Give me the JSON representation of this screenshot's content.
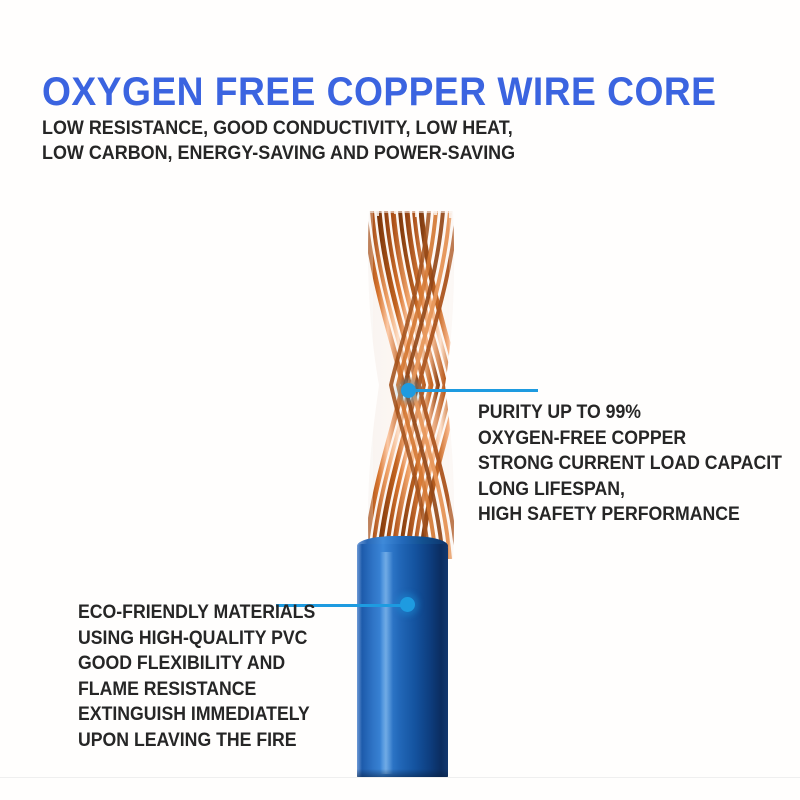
{
  "header": {
    "title": "OXYGEN FREE COPPER WIRE CORE",
    "subtitle_lines": [
      "LOW RESISTANCE, GOOD CONDUCTIVITY, LOW HEAT,",
      "LOW CARBON, ENERGY-SAVING AND POWER-SAVING"
    ],
    "title_color": "#3b64e0",
    "subtitle_color": "#262626"
  },
  "annotations": {
    "copper": {
      "lines": [
        "PURITY UP TO 99%",
        "OXYGEN-FREE COPPER",
        "STRONG CURRENT LOAD CAPACIT",
        "LONG LIFESPAN,",
        "HIGH SAFETY PERFORMANCE"
      ]
    },
    "jacket": {
      "lines": [
        "ECO-FRIENDLY MATERIALS",
        "USING HIGH-QUALITY PVC",
        "GOOD FLEXIBILITY AND",
        "FLAME RESISTANCE",
        "EXTINGUISH IMMEDIATELY",
        "UPON LEAVING THE FIRE"
      ]
    },
    "leader_color": "#1e9be0"
  },
  "product": {
    "copper_core_label": "stranded-copper-core",
    "jacket_label": "blue-pvc-jacket",
    "copper_colors": [
      "#c6651f",
      "#e08a46",
      "#f2b183",
      "#ffd9bd",
      "#9c4a14"
    ],
    "jacket_colors": [
      "#3b87d8",
      "#1d5bab",
      "#0b2d60"
    ]
  }
}
